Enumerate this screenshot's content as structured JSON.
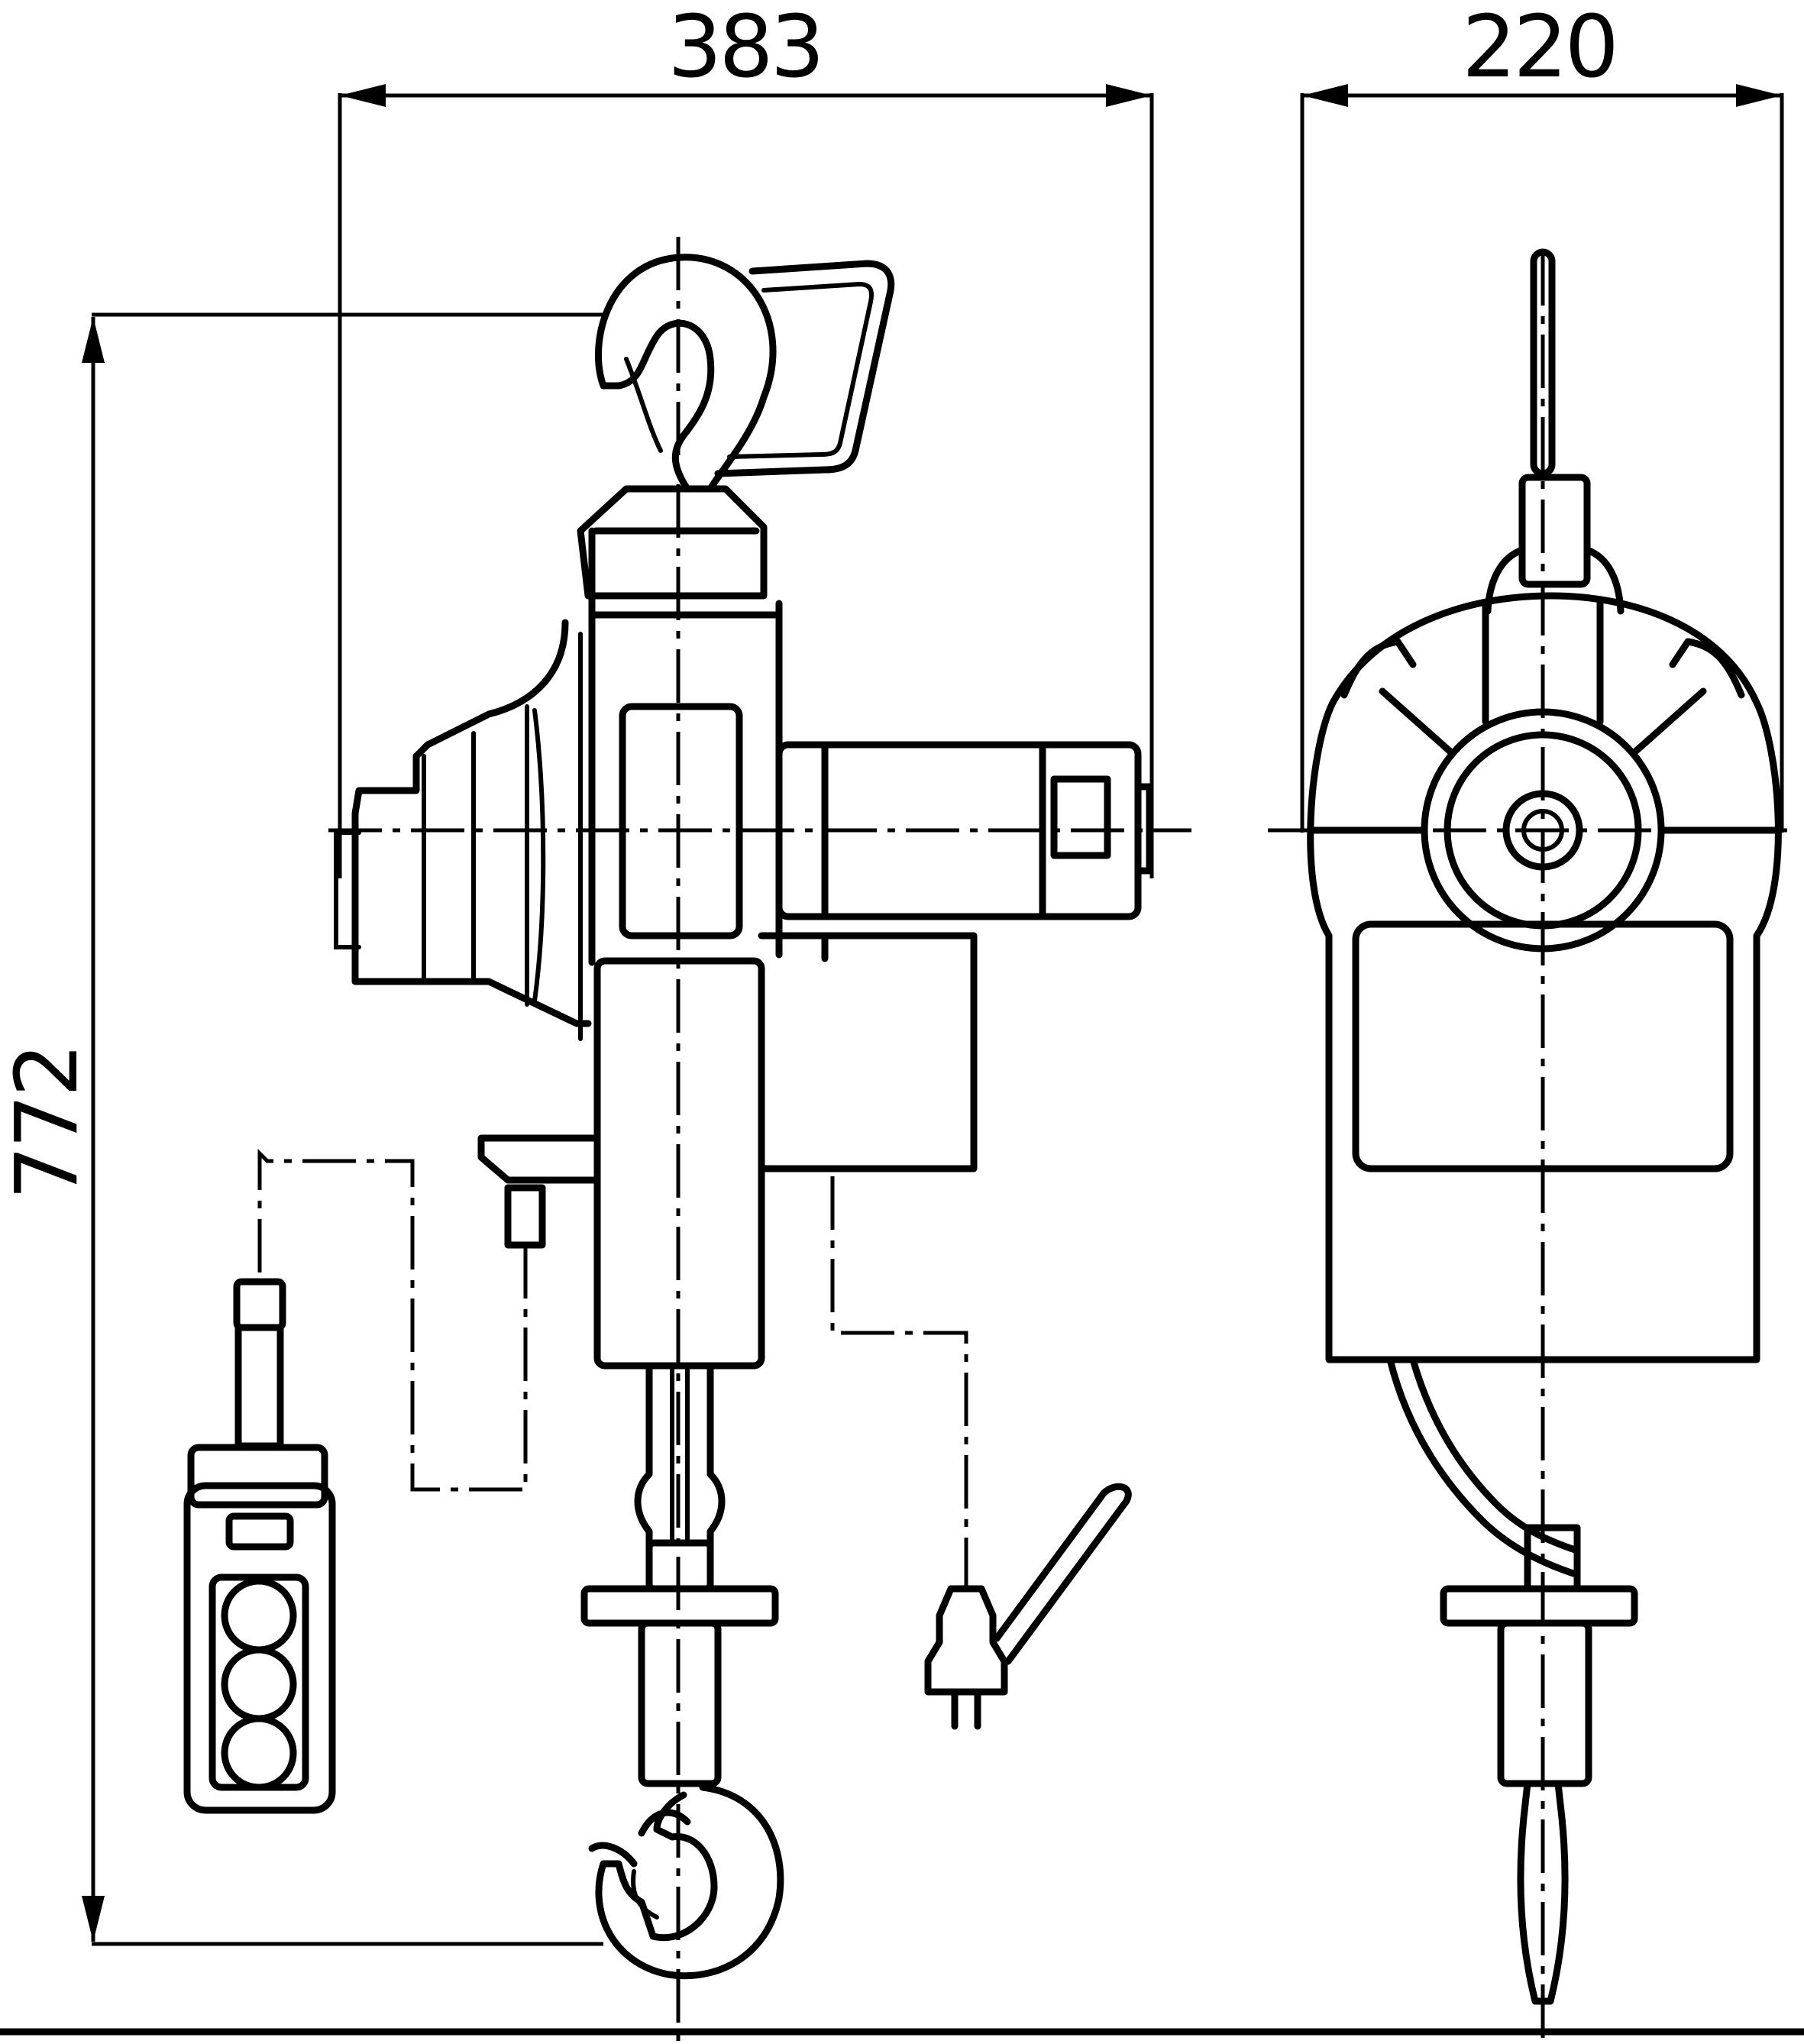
{
  "dimensions": {
    "width_label": "383",
    "depth_label": "220",
    "height_label": "772"
  }
}
